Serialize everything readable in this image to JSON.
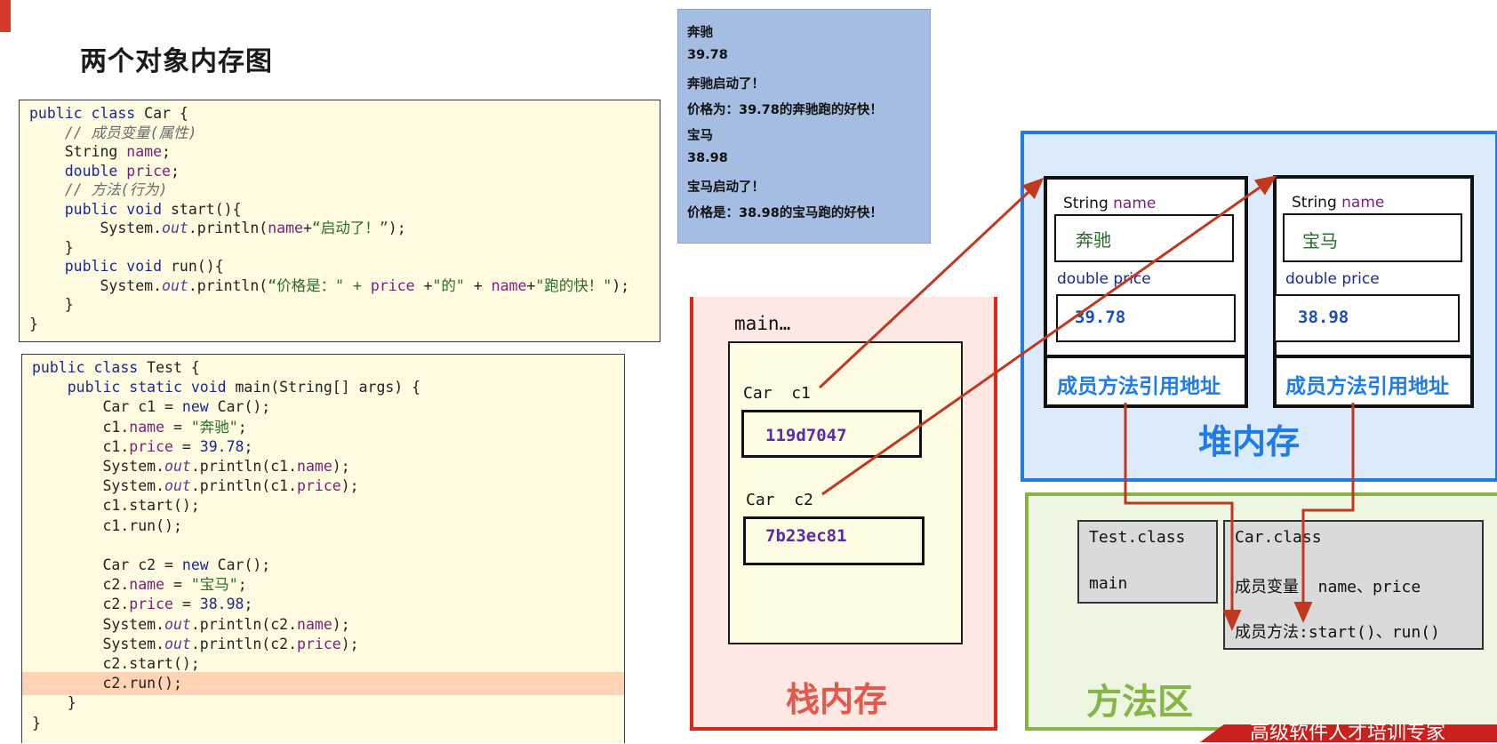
{
  "page_title": "两个对象内存图",
  "car_code": [
    [
      {
        "t": "public class ",
        "c": "kw"
      },
      {
        "t": "Car {",
        "c": ""
      }
    ],
    [
      {
        "t": "    ",
        "c": ""
      },
      {
        "t": "// 成员变量(属性)",
        "c": "cm"
      }
    ],
    [
      {
        "t": "    String ",
        "c": ""
      },
      {
        "t": "name",
        "c": "field"
      },
      {
        "t": ";",
        "c": ""
      }
    ],
    [
      {
        "t": "    ",
        "c": ""
      },
      {
        "t": "double ",
        "c": "kw"
      },
      {
        "t": "price",
        "c": "field"
      },
      {
        "t": ";",
        "c": ""
      }
    ],
    [
      {
        "t": "    ",
        "c": ""
      },
      {
        "t": "// 方法(行为)",
        "c": "cm"
      }
    ],
    [
      {
        "t": "    ",
        "c": ""
      },
      {
        "t": "public void ",
        "c": "kw"
      },
      {
        "t": "start(){",
        "c": ""
      }
    ],
    [
      {
        "t": "        System.",
        "c": ""
      },
      {
        "t": "out",
        "c": "st"
      },
      {
        "t": ".println(",
        "c": ""
      },
      {
        "t": "name",
        "c": "field"
      },
      {
        "t": "+",
        "c": ""
      },
      {
        "t": "“启动了！”",
        "c": "str"
      },
      {
        "t": ");",
        "c": ""
      }
    ],
    [
      {
        "t": "    }",
        "c": ""
      }
    ],
    [
      {
        "t": "    ",
        "c": ""
      },
      {
        "t": "public void ",
        "c": "kw"
      },
      {
        "t": "run(){",
        "c": ""
      }
    ],
    [
      {
        "t": "        System.",
        "c": ""
      },
      {
        "t": "out",
        "c": "st"
      },
      {
        "t": ".println(",
        "c": ""
      },
      {
        "t": "“价格是：\" + ",
        "c": "str"
      },
      {
        "t": "price",
        "c": "field"
      },
      {
        "t": " +",
        "c": ""
      },
      {
        "t": "\"的\"",
        "c": "str"
      },
      {
        "t": " + ",
        "c": ""
      },
      {
        "t": "name",
        "c": "field"
      },
      {
        "t": "+",
        "c": ""
      },
      {
        "t": "\"跑的快！\"",
        "c": "str"
      },
      {
        "t": ");",
        "c": ""
      }
    ],
    [
      {
        "t": "    }",
        "c": ""
      }
    ],
    [
      {
        "t": "}",
        "c": ""
      }
    ]
  ],
  "test_code": [
    [
      {
        "t": "public class ",
        "c": "kw"
      },
      {
        "t": "Test {",
        "c": ""
      }
    ],
    [
      {
        "t": "    ",
        "c": ""
      },
      {
        "t": "public static void ",
        "c": "kw"
      },
      {
        "t": "main(String[] args) {",
        "c": ""
      }
    ],
    [
      {
        "t": "        Car c1 = ",
        "c": ""
      },
      {
        "t": "new ",
        "c": "kw"
      },
      {
        "t": "Car();",
        "c": ""
      }
    ],
    [
      {
        "t": "        c1.",
        "c": ""
      },
      {
        "t": "name",
        "c": "field"
      },
      {
        "t": " = ",
        "c": ""
      },
      {
        "t": "\"奔驰\"",
        "c": "str"
      },
      {
        "t": ";",
        "c": ""
      }
    ],
    [
      {
        "t": "        c1.",
        "c": ""
      },
      {
        "t": "price",
        "c": "field"
      },
      {
        "t": " = ",
        "c": ""
      },
      {
        "t": "39.78",
        "c": "num"
      },
      {
        "t": ";",
        "c": ""
      }
    ],
    [
      {
        "t": "        System.",
        "c": ""
      },
      {
        "t": "out",
        "c": "st"
      },
      {
        "t": ".println(c1.",
        "c": ""
      },
      {
        "t": "name",
        "c": "field"
      },
      {
        "t": ");",
        "c": ""
      }
    ],
    [
      {
        "t": "        System.",
        "c": ""
      },
      {
        "t": "out",
        "c": "st"
      },
      {
        "t": ".println(c1.",
        "c": ""
      },
      {
        "t": "price",
        "c": "field"
      },
      {
        "t": ");",
        "c": ""
      }
    ],
    [
      {
        "t": "        c1.start();",
        "c": ""
      }
    ],
    [
      {
        "t": "        c1.run();",
        "c": ""
      }
    ],
    [
      {
        "t": "",
        "c": ""
      }
    ],
    [
      {
        "t": "        Car c2 = ",
        "c": ""
      },
      {
        "t": "new ",
        "c": "kw"
      },
      {
        "t": "Car();",
        "c": ""
      }
    ],
    [
      {
        "t": "        c2.",
        "c": ""
      },
      {
        "t": "name",
        "c": "field"
      },
      {
        "t": " = ",
        "c": ""
      },
      {
        "t": "\"宝马\"",
        "c": "str"
      },
      {
        "t": ";",
        "c": ""
      }
    ],
    [
      {
        "t": "        c2.",
        "c": ""
      },
      {
        "t": "price",
        "c": "field"
      },
      {
        "t": " = ",
        "c": ""
      },
      {
        "t": "38.98",
        "c": "num"
      },
      {
        "t": ";",
        "c": ""
      }
    ],
    [
      {
        "t": "        System.",
        "c": ""
      },
      {
        "t": "out",
        "c": "st"
      },
      {
        "t": ".println(c2.",
        "c": ""
      },
      {
        "t": "name",
        "c": "field"
      },
      {
        "t": ");",
        "c": ""
      }
    ],
    [
      {
        "t": "        System.",
        "c": ""
      },
      {
        "t": "out",
        "c": "st"
      },
      {
        "t": ".println(c2.",
        "c": ""
      },
      {
        "t": "price",
        "c": "field"
      },
      {
        "t": ");",
        "c": ""
      }
    ],
    [
      {
        "t": "        c2.start();",
        "c": ""
      }
    ],
    [
      {
        "t": "        c2.run();",
        "c": ""
      }
    ],
    [
      {
        "t": "    }",
        "c": ""
      }
    ],
    [
      {
        "t": "}",
        "c": ""
      }
    ]
  ],
  "highlighted_test_line": 16,
  "console_output": [
    "奔驰",
    "39.78",
    "奔驰启动了！",
    "价格为：39.78的奔驰跑的好快！",
    "宝马",
    "38.98",
    "宝马启动了！",
    "价格是：38.98的宝马跑的好快！"
  ],
  "stack": {
    "label": "栈内存",
    "frame_title": "main…",
    "vars": [
      {
        "type": "Car",
        "name": "c1",
        "value": "119d7047"
      },
      {
        "type": "Car",
        "name": "c2",
        "value": "7b23ec81"
      }
    ]
  },
  "heap": {
    "label": "堆内存",
    "objects": [
      {
        "name_type": "String",
        "name_field": "name",
        "name_value": "奔驰",
        "price_type": "double",
        "price_field": "price",
        "price_value": "39.78",
        "method_ref": "成员方法引用地址"
      },
      {
        "name_type": "String",
        "name_field": "name",
        "name_value": "宝马",
        "price_type": "double",
        "price_field": "price",
        "price_value": "38.98",
        "method_ref": "成员方法引用地址"
      }
    ]
  },
  "method_area": {
    "label": "方法区",
    "test_class": {
      "name": "Test.class",
      "method": "main"
    },
    "car_class": {
      "name": "Car.class",
      "fields": "成员变量: name、price",
      "methods": "成员方法:start()、run()"
    }
  },
  "footer_text": "高级软件人才培训专家",
  "colors": {
    "arrow": "#c0391f",
    "stack": "#d42a1c",
    "heap": "#1f7be8",
    "method": "#85b544"
  }
}
